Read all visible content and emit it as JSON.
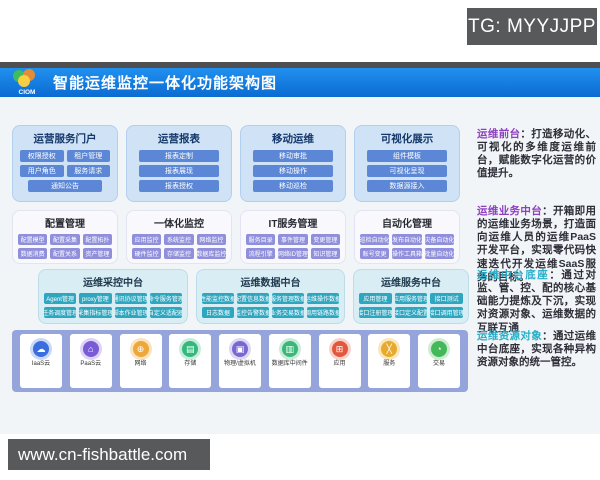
{
  "overlays": {
    "tg_label": "TG: MYYJJPP",
    "site_watermark": "www.cn-fishbattle.com"
  },
  "header": {
    "logo_text": "CIOM",
    "title": "智能运维监控一体化功能架构图"
  },
  "colors": {
    "header_blue": "#0e72d9",
    "annotation_purple": "#8f3fbf",
    "annotation_cyan": "#27aec9",
    "logo_green": "#3fbf5c",
    "logo_orange": "#f08c2e",
    "logo_yellow": "#ffd23e",
    "front_chip_blue": "#5b87d6",
    "business_chip_purple": "#8f8fdc",
    "platform_chip_teal": "#2fa6c0",
    "resource_bar_periwinkle": "#95a4da"
  },
  "front_row": {
    "groups": [
      {
        "title": "运营服务门户",
        "chips": [
          "权限授权",
          "租户管理",
          "用户角色",
          "服务请求",
          "通知公告"
        ]
      },
      {
        "title": "运营报表",
        "chips": [
          "报表定制",
          "报表展现",
          "报表授权"
        ]
      },
      {
        "title": "移动运维",
        "chips": [
          "移动审批",
          "移动操作",
          "移动巡检"
        ]
      },
      {
        "title": "可视化展示",
        "chips": [
          "组件模板",
          "可视化呈现",
          "数据源接入"
        ]
      }
    ]
  },
  "business_row": {
    "groups": [
      {
        "title": "配置管理",
        "chips": [
          "配置模型",
          "配置采集",
          "配置拓扑",
          "数据消费",
          "配置关系",
          "资产管理"
        ]
      },
      {
        "title": "一体化监控",
        "chips": [
          "应用监控",
          "系统监控",
          "网络监控",
          "硬件监控",
          "存储监控",
          "数据库监控"
        ]
      },
      {
        "title": "IT服务管理",
        "chips": [
          "服务目录",
          "事件管理",
          "变更管理",
          "流程引擎",
          "网络ID管理",
          "知识管理"
        ]
      },
      {
        "title": "自动化管理",
        "chips": [
          "巡检自动化",
          "发布自动化",
          "灾备自动化",
          "账号变更",
          "操作工具箱",
          "批量自动化"
        ]
      }
    ]
  },
  "platform_row": {
    "groups": [
      {
        "title": "运维采控中台",
        "chips": [
          "Agent管理",
          "proxy管理",
          "通讯协议管理",
          "命令服务管理",
          "任务调度管理",
          "采集指标管理",
          "脚本作业管理",
          "自定义适配器"
        ]
      },
      {
        "title": "运维数据中台",
        "chips": [
          "性能监控数据",
          "配置信息数据",
          "服务管理数据",
          "运维操作数据",
          "日志数据",
          "监控告警数据",
          "业务交易数据",
          "调用链路数据"
        ]
      },
      {
        "title": "运维服务中台",
        "chips": [
          "应用管理",
          "应用服务管理",
          "接口测试",
          "接口注册管理",
          "接口定义配置",
          "接口调用管理"
        ]
      }
    ]
  },
  "resource_row": {
    "items": [
      {
        "label": "IaaS云",
        "icon": "iaas-cloud-icon",
        "glyph": "☁",
        "color": "#3a6ede",
        "tint": "#c9d8f7"
      },
      {
        "label": "PaaS云",
        "icon": "paas-cloud-icon",
        "glyph": "⌂",
        "color": "#7a5bd6",
        "tint": "#ddd3f6"
      },
      {
        "label": "网络",
        "icon": "network-globe-icon",
        "glyph": "⊕",
        "color": "#eda73b",
        "tint": "#fae3bd"
      },
      {
        "label": "存储",
        "icon": "storage-icon",
        "glyph": "▤",
        "color": "#35b87c",
        "tint": "#c8ecdc"
      },
      {
        "label": "物理/虚拟机",
        "icon": "vm-server-icon",
        "glyph": "▣",
        "color": "#7a68d2",
        "tint": "#ddd6f4"
      },
      {
        "label": "数据库中间件",
        "icon": "database-middleware-icon",
        "glyph": "▥",
        "color": "#3bb879",
        "tint": "#c9ecd9"
      },
      {
        "label": "应用",
        "icon": "app-grid-icon",
        "glyph": "⊞",
        "color": "#e2573d",
        "tint": "#f7d2c9"
      },
      {
        "label": "服务",
        "icon": "service-tools-icon",
        "glyph": "╳",
        "color": "#e8aa2e",
        "tint": "#f9e6bb"
      },
      {
        "label": "交易",
        "icon": "transaction-icon",
        "glyph": "◔",
        "color": "#43b95a",
        "tint": "#cdecd2"
      }
    ]
  },
  "annotations": [
    {
      "label": "运维前台",
      "text": "：打造移动化、可视化的多维度运维前台，赋能数字化运营的价值提升。",
      "color": "#8f3fbf"
    },
    {
      "label": "运维业务中台",
      "text": "：开箱即用的运维业务场景，打造面向运维人员的运维PaaS开发平台，实现零代码快速迭代开发运维SaaS服务的目标。",
      "color": "#8f3fbf"
    },
    {
      "label": "运维中台底座",
      "text": "：通过对监、管、控、配的核心基础能力提炼及下沉，实现对资源对象、运维数据的互联互通",
      "color": "#27aec9"
    },
    {
      "label": "运维资源对象",
      "text": "：通过运维中台底座，实现各种异构资源对象的统一管控。",
      "color": "#27aec9"
    }
  ]
}
